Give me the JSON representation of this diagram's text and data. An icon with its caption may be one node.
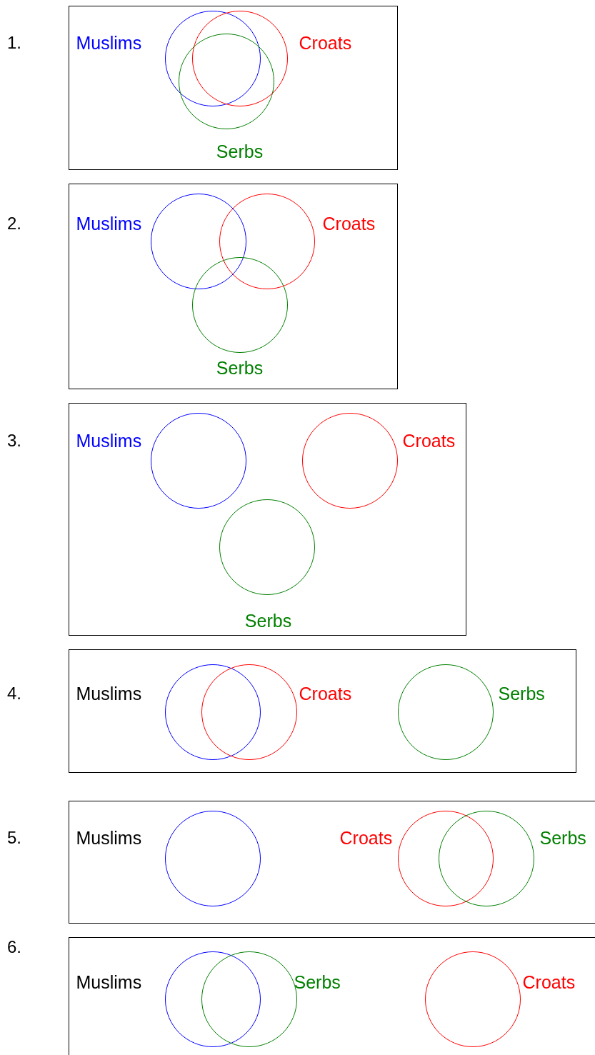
{
  "diagram": {
    "nodes": [
      {
        "text": [],
        "shape": "box"
      },
      {
        "text": [],
        "shape": "circle",
        "in": 0,
        "beside": [
          "Muslims"
        ]
      },
      {
        "text": [],
        "shape": "circle",
        "in": 0,
        "beside": [
          "Serbs"
        ]
      },
      {
        "text": [],
        "shape": "circle",
        "in": 0,
        "beside": [
          "Croats"
        ]
      },
      {
        "text": [],
        "shape": "box"
      },
      {
        "text": [],
        "shape": "circle",
        "in": 4,
        "beside": [
          "Muslims"
        ]
      },
      {
        "text": [],
        "shape": "circle",
        "in": 4,
        "beside": [
          "Serbs"
        ]
      },
      {
        "text": [],
        "shape": "circle",
        "in": 4,
        "beside": [
          "Croats"
        ]
      },
      {
        "text": [],
        "shape": "box"
      },
      {
        "text": [],
        "shape": "circle",
        "in": 8,
        "beside": [
          "Muslims"
        ]
      },
      {
        "text": [],
        "shape": "circle",
        "in": 8,
        "beside": [
          "Serbs"
        ]
      },
      {
        "text": [],
        "shape": "circle",
        "in": 8,
        "beside": [
          "Croats"
        ]
      },
      {
        "text": [],
        "shape": "box"
      },
      {
        "text": [],
        "shape": "circle",
        "in": 12,
        "beside": [
          "Muslims"
        ]
      },
      {
        "text": [],
        "shape": "circle",
        "in": 12,
        "beside": [
          "Croats"
        ]
      },
      {
        "text": [],
        "shape": "circle",
        "in": 12,
        "beside": [
          "Serbs"
        ]
      },
      {
        "text": [],
        "shape": "box"
      },
      {
        "text": [],
        "shape": "circle",
        "in": 16,
        "beside": [
          "Muslims"
        ]
      },
      {
        "text": [],
        "shape": "circle",
        "in": 16,
        "beside": [
          "Croats"
        ]
      },
      {
        "text": [],
        "shape": "circle",
        "in": 16,
        "beside": [
          "Serbs"
        ]
      },
      {
        "text": [],
        "shape": "box"
      },
      {
        "text": [],
        "shape": "circle",
        "in": 20,
        "beside": [
          "Muslims"
        ]
      },
      {
        "text": [],
        "shape": "circle",
        "in": 20,
        "beside": [
          "Serbs"
        ]
      },
      {
        "text": [],
        "shape": "circle",
        "in": 20,
        "beside": [
          "Croats"
        ]
      }
    ],
    "labels": [
      "1.",
      "2.",
      "3.",
      "4.",
      "5.",
      "6."
    ]
  }
}
